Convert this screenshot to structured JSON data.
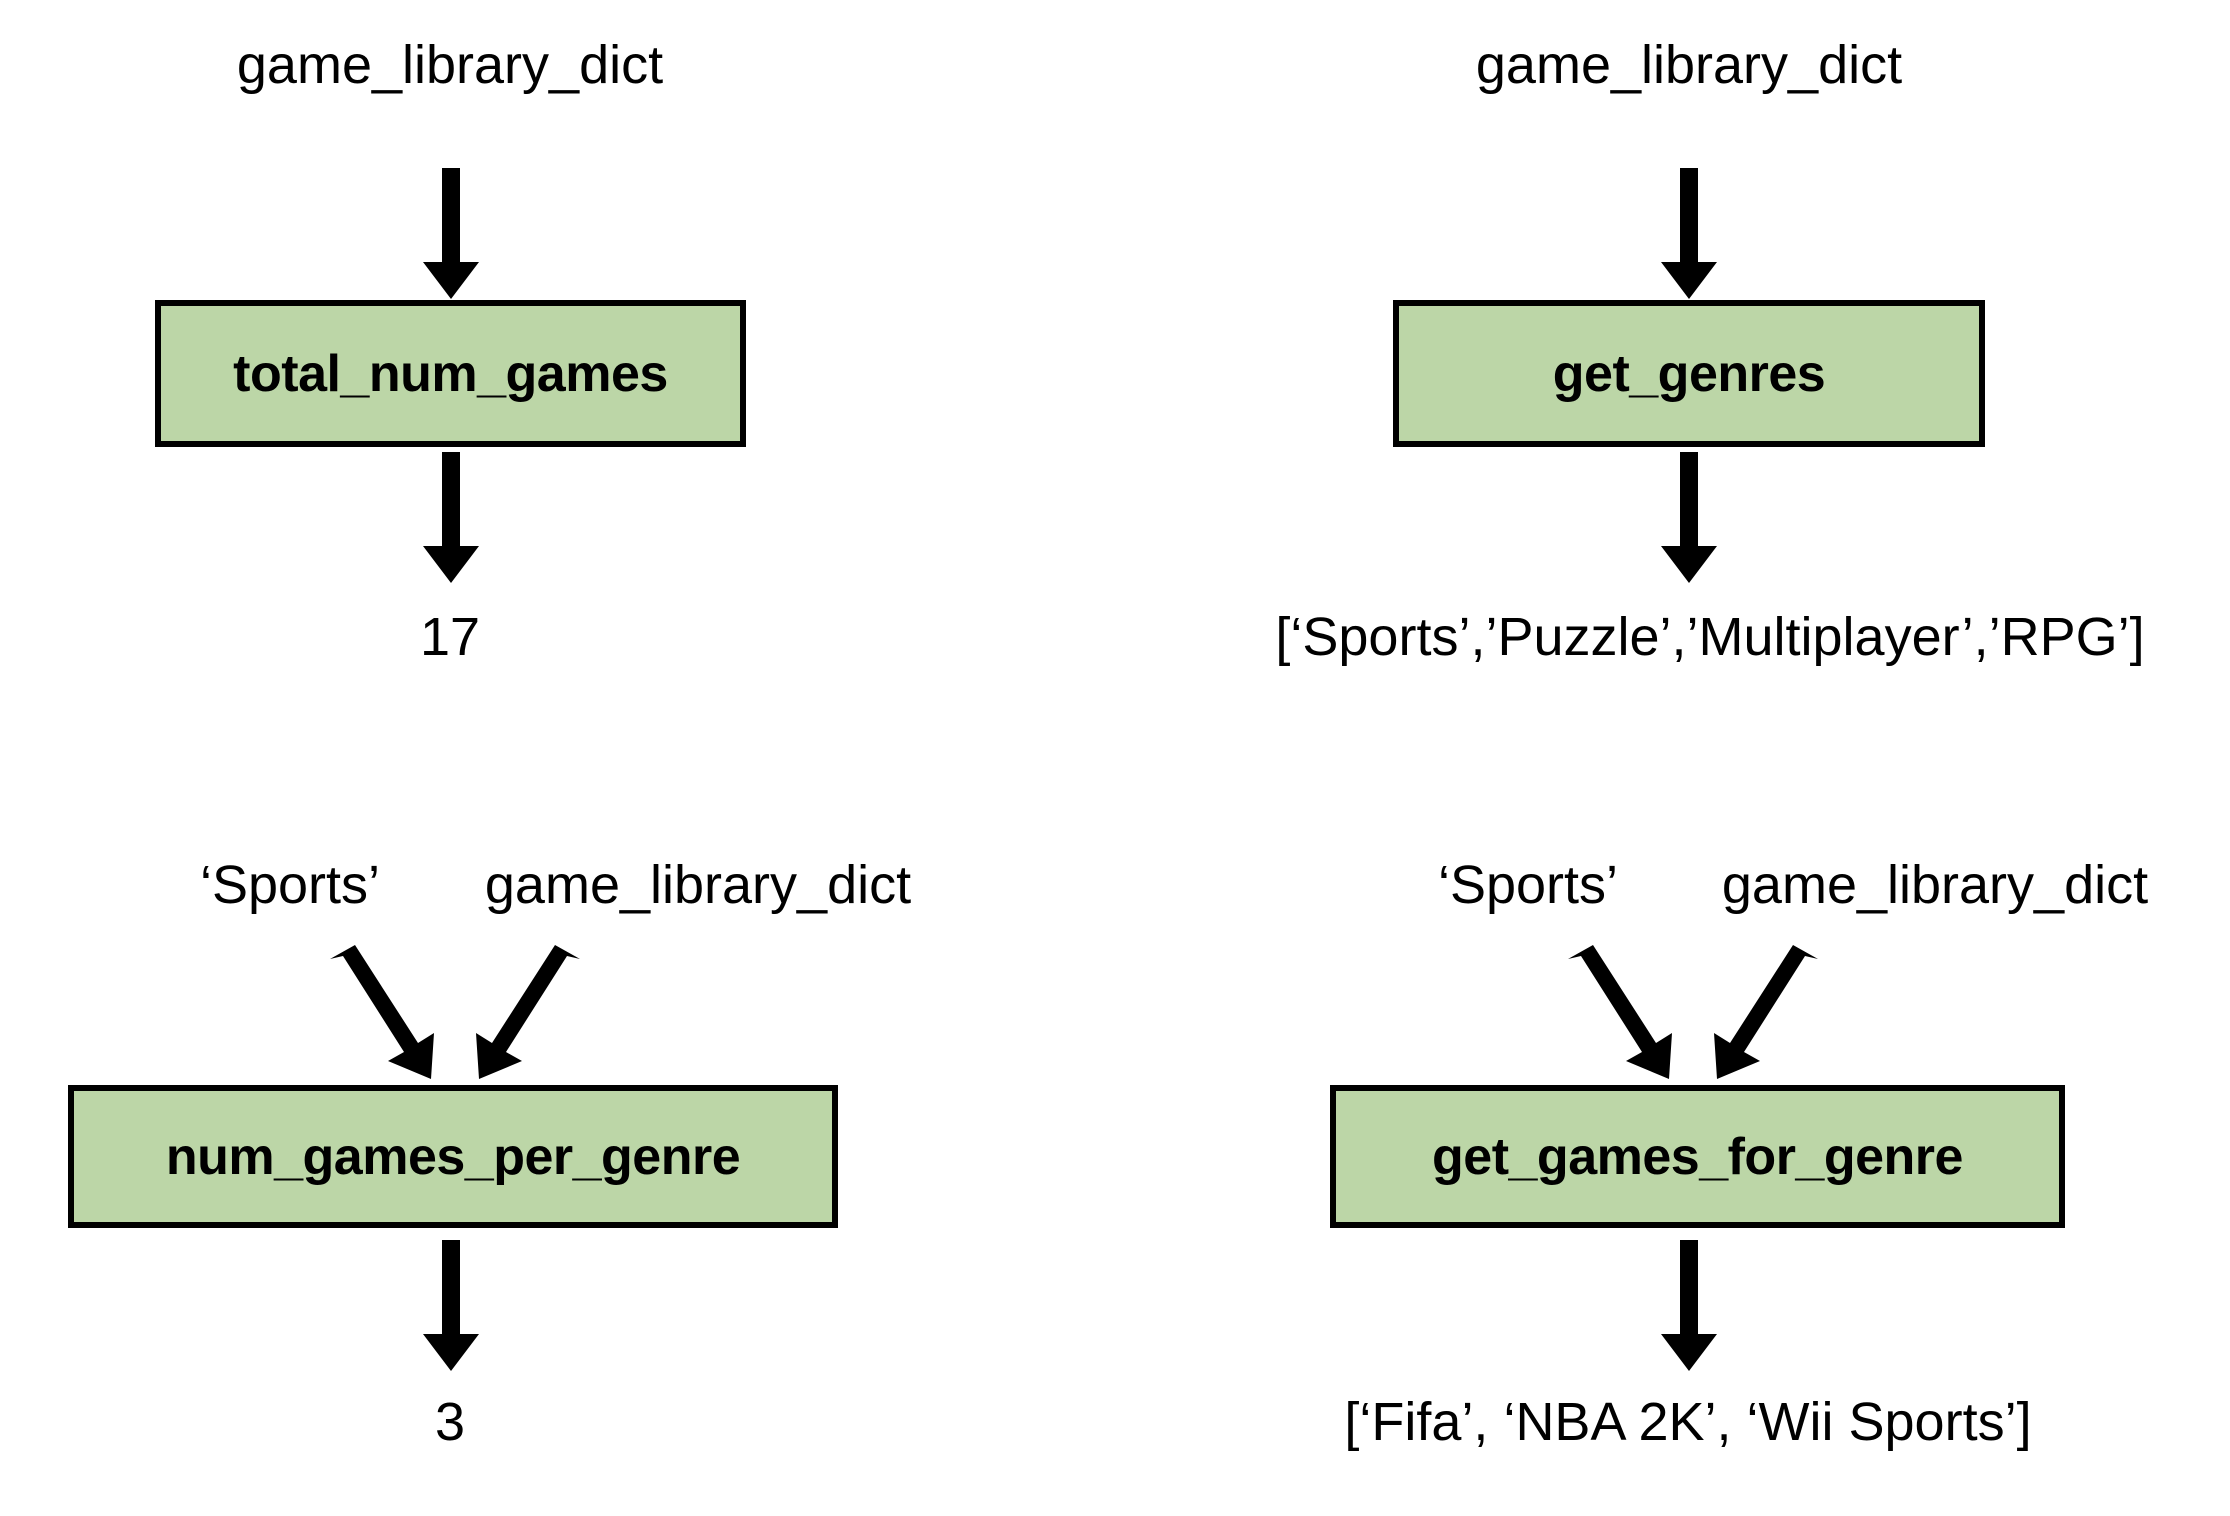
{
  "diagram": {
    "title": "game library function flow diagram",
    "accent_color": "#bcd6a7",
    "border_color": "#000000",
    "background_color": "#ffffff",
    "arrow_color": "#000000"
  },
  "quadrants": [
    {
      "id": "total-num-games",
      "function_name": "total_num_games",
      "inputs": [
        {
          "label": "game_library_dict"
        }
      ],
      "output": {
        "label": "17"
      }
    },
    {
      "id": "get-genres",
      "function_name": "get_genres",
      "inputs": [
        {
          "label": "game_library_dict"
        }
      ],
      "output": {
        "label": "[‘Sports’,’Puzzle’,’Multiplayer’,’RPG’]"
      }
    },
    {
      "id": "num-games-per-genre",
      "function_name": "num_games_per_genre",
      "inputs": [
        {
          "label": "‘Sports’"
        },
        {
          "label": "game_library_dict"
        }
      ],
      "output": {
        "label": "3"
      }
    },
    {
      "id": "get-games-for-genre",
      "function_name": "get_games_for_genre",
      "inputs": [
        {
          "label": "‘Sports’"
        },
        {
          "label": "game_library_dict"
        }
      ],
      "output": {
        "label": "[‘Fifa’, ‘NBA 2K’, ‘Wii Sports’]"
      }
    }
  ]
}
